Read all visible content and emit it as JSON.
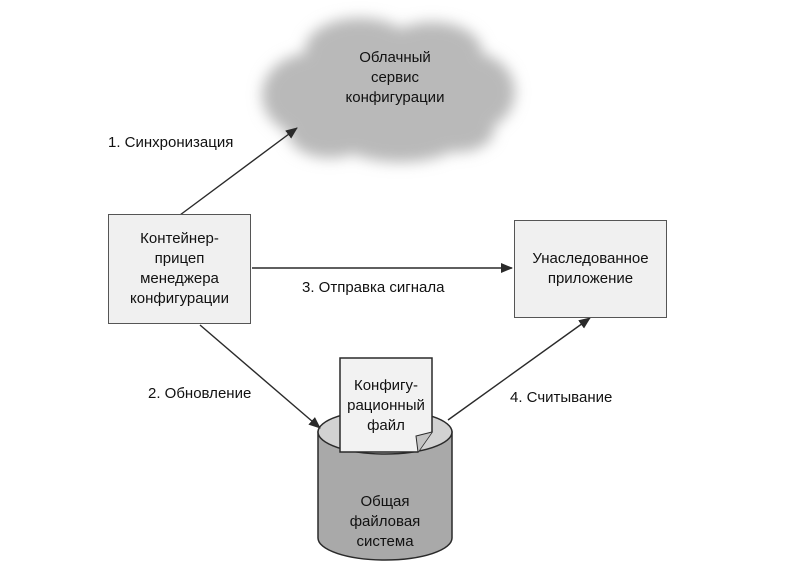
{
  "nodes": {
    "cloud": {
      "lines": [
        "Облачный",
        "сервис",
        "конфигурации"
      ]
    },
    "manager": {
      "lines": [
        "Контейнер-",
        "прицеп",
        "менеджера",
        "конфигурации"
      ]
    },
    "legacy_app": {
      "lines": [
        "Унаследованное",
        "приложение"
      ]
    },
    "config_file": {
      "lines": [
        "Конфигу-",
        "рационный",
        "файл"
      ]
    },
    "shared_fs": {
      "lines": [
        "Общая",
        "файловая",
        "система"
      ]
    }
  },
  "edges": {
    "sync": "1. Синхронизация",
    "update": "2. Обновление",
    "signal": "3. Отправка сигнала",
    "read": "4. Считывание"
  },
  "colors": {
    "cloud_fill": "#b9b9b9",
    "box_fill": "#f0f0f0",
    "cylinder_fill": "#a9a9a9",
    "cylinder_top": "#d2d2d2",
    "stroke": "#2a2a2a"
  }
}
